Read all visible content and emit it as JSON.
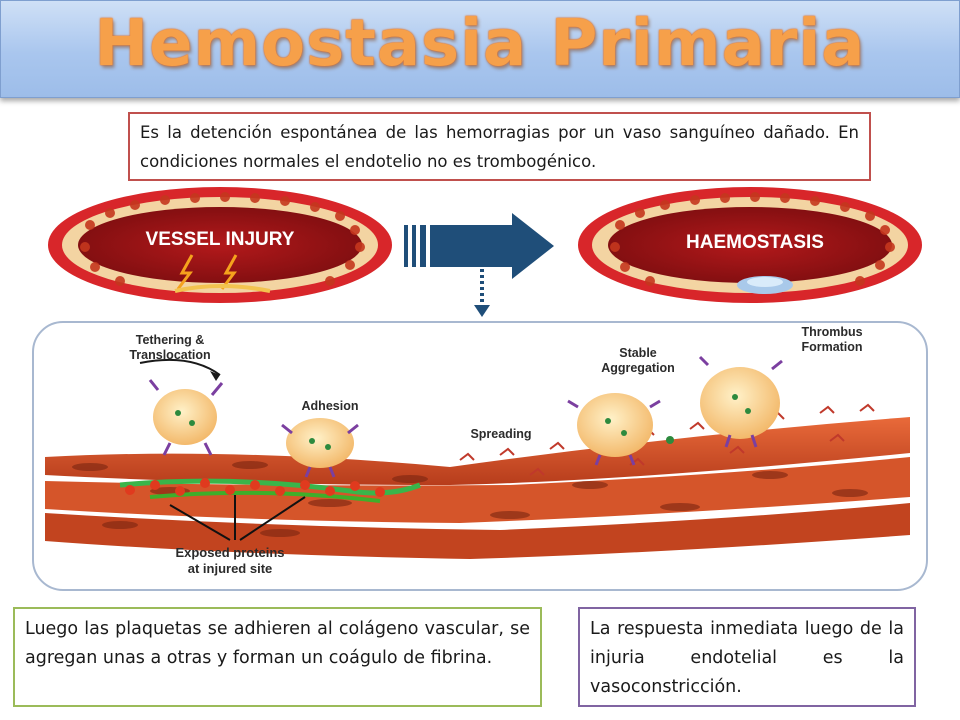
{
  "title": "Hemostasia Primaria",
  "definition": "Es la detención espontánea de las hemorragias por un vaso sanguíneo dañado.  En condiciones normales el endotelio no es trombogénico.",
  "diagram": {
    "vessel_injury": "VESSEL INJURY",
    "haemostasis": "HAEMOSTASIS",
    "tethering_1": "Tethering &",
    "tethering_2": "Translocation",
    "adhesion": "Adhesion",
    "spreading": "Spreading",
    "stable_1": "Stable",
    "stable_2": "Aggregation",
    "thrombus_1": "Thrombus",
    "thrombus_2": "Formation",
    "exposed_1": "Exposed proteins",
    "exposed_2": "at injured site"
  },
  "bottom_left": "Luego las plaquetas se adhieren al colágeno vascular, se agregan unas a otras y forman un coágulo de fibrina.",
  "bottom_right": "La respuesta inmediata luego de la injuria endotelial es la vasoconstricción.",
  "colors": {
    "title": "#f6a04a",
    "definition_border": "#c0504d",
    "left_border": "#9bbb59",
    "right_border": "#8064a2",
    "arrow": "#1f4e79"
  }
}
